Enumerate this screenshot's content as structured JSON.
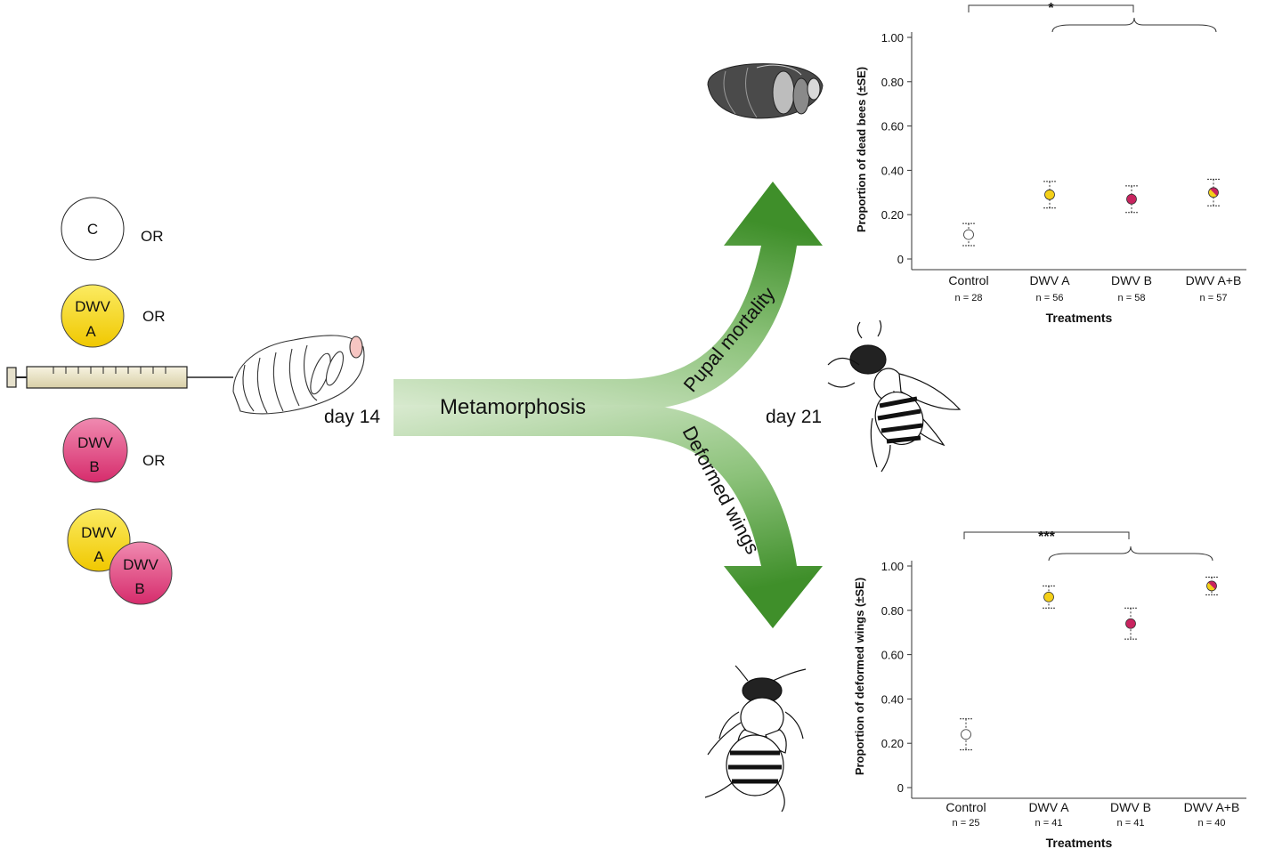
{
  "inputs": {
    "circles": [
      {
        "id": "control",
        "lines": [
          "C"
        ],
        "fill": "#ffffff",
        "suffix": "OR"
      },
      {
        "id": "dwv-a",
        "lines": [
          "DWV",
          "A"
        ],
        "fill": "#f5de1a",
        "suffix": "OR"
      },
      {
        "id": "dwv-b",
        "lines": [
          "DWV",
          "B"
        ],
        "fill": "#e04b86",
        "suffix": "OR"
      },
      {
        "id": "dwv-ab-a",
        "lines": [
          "DWV",
          "A"
        ],
        "fill": "#f5de1a",
        "suffix": ""
      },
      {
        "id": "dwv-ab-b",
        "lines": [
          "DWV",
          "B"
        ],
        "fill": "#e04b86",
        "suffix": ""
      }
    ]
  },
  "flow": {
    "day_start": "day 14",
    "stage": "Metamorphosis",
    "branch_up": "Pupal mortality",
    "branch_down": "Deformed wings",
    "day_end": "day 21"
  },
  "colors": {
    "control": "#ffffff",
    "dwv_a": "#f4d018",
    "dwv_b": "#c8245f",
    "arrow_light": "#d9ead0",
    "arrow_dark": "#3f8f2a"
  },
  "chart_data": [
    {
      "type": "scatter",
      "id": "mortality",
      "title": "",
      "xlabel": "Treatments",
      "ylabel": "Proportion of dead bees (±SE)",
      "ylim": [
        0,
        1
      ],
      "yticks": [
        "0",
        "0.20",
        "0.40",
        "0.60",
        "0.80",
        "1.00"
      ],
      "categories": [
        "Control",
        "DWV A",
        "DWV B",
        "DWV A+B"
      ],
      "n_labels": [
        "n = 28",
        "n = 56",
        "n = 58",
        "n = 57"
      ],
      "values": [
        0.11,
        0.29,
        0.27,
        0.3
      ],
      "se": [
        0.05,
        0.06,
        0.06,
        0.06
      ],
      "significance": "*",
      "grid": false
    },
    {
      "type": "scatter",
      "id": "deformed",
      "title": "",
      "xlabel": "Treatments",
      "ylabel": "Proportion of deformed wings (±SE)",
      "ylim": [
        0,
        1
      ],
      "yticks": [
        "0",
        "0.20",
        "0.40",
        "0.60",
        "0.80",
        "1.00"
      ],
      "categories": [
        "Control",
        "DWV A",
        "DWV B",
        "DWV A+B"
      ],
      "n_labels": [
        "n = 25",
        "n = 41",
        "n = 41",
        "n = 40"
      ],
      "values": [
        0.24,
        0.86,
        0.74,
        0.91
      ],
      "se": [
        0.07,
        0.05,
        0.07,
        0.04
      ],
      "significance": "***",
      "grid": false
    }
  ]
}
